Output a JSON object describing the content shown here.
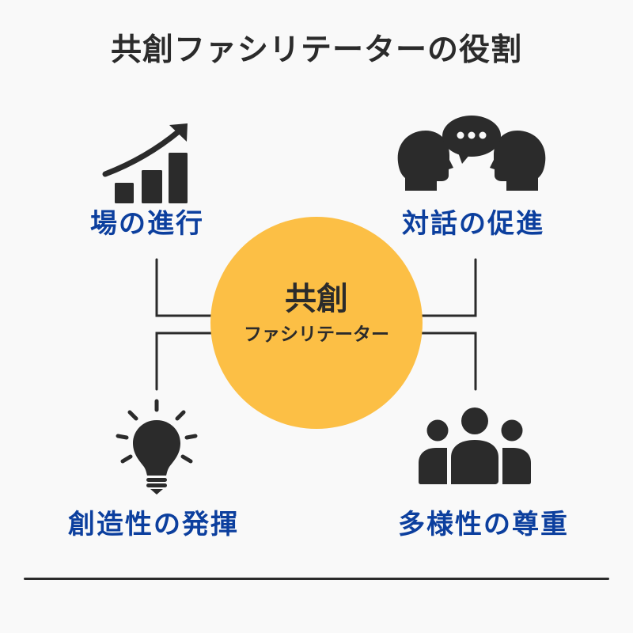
{
  "title": "共創ファシリテーターの役割",
  "hub": {
    "line1": "共創",
    "line2": "ファシリテーター",
    "color": "#fcbf45"
  },
  "roles": [
    {
      "position": "top-left",
      "label": "場の進行",
      "icon": "growth-chart-icon"
    },
    {
      "position": "top-right",
      "label": "対話の促進",
      "icon": "conversation-icon"
    },
    {
      "position": "bottom-left",
      "label": "創造性の発揮",
      "icon": "lightbulb-icon"
    },
    {
      "position": "bottom-right",
      "label": "多様性の尊重",
      "icon": "people-group-icon"
    }
  ],
  "colors": {
    "background": "#f9f9f9",
    "title_text": "#2b2b2b",
    "label_text": "#0c3f9e",
    "icon": "#2b2b2b",
    "connector": "#2b2b2b"
  }
}
